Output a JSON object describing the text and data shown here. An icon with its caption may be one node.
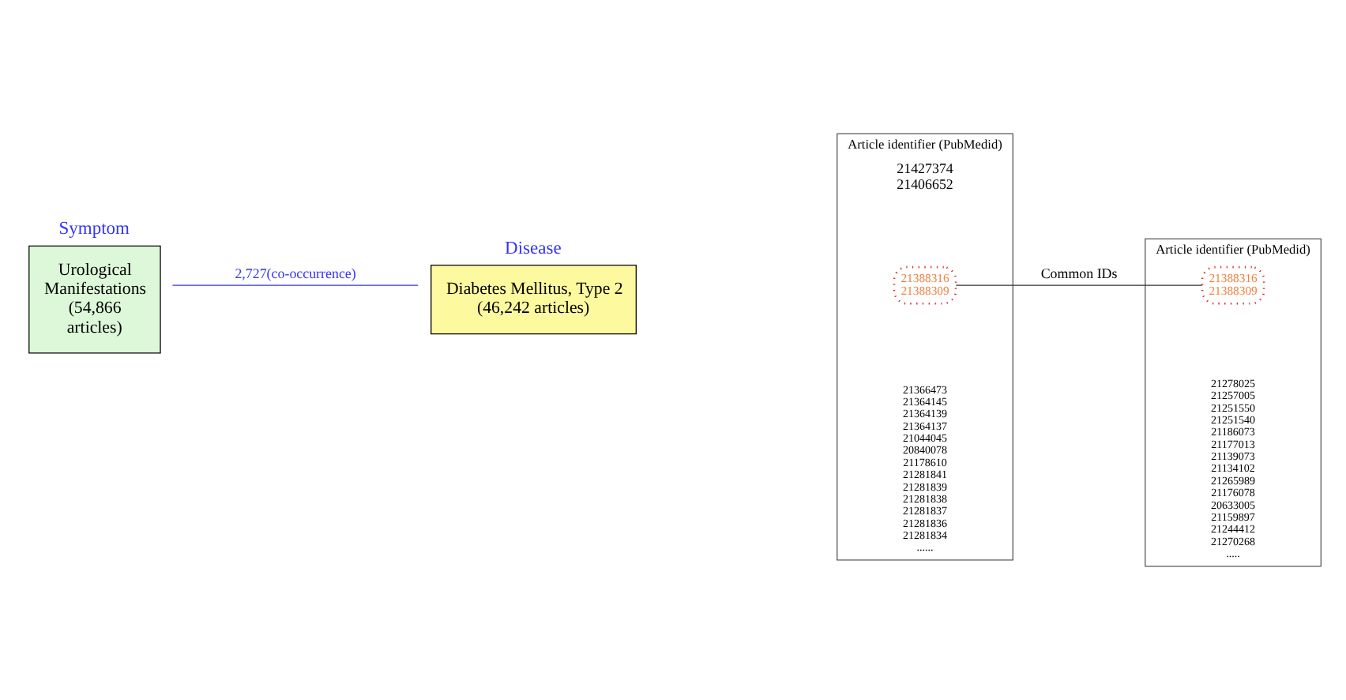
{
  "diagram": {
    "nodes": [
      {
        "text": [
          "Disease",
          "Diabetes Mellitus, Type 2 (46,242 articles)"
        ]
      },
      {
        "text": [
          "Article identifier (PubMedid)",
          "21427374",
          "21406652",
          "21366473",
          "21364145",
          "21364139",
          "21364137",
          "21044045",
          "20840078",
          "21178610",
          "21281841",
          "21281839",
          "21281838",
          "21281837",
          "21281836",
          "21281834",
          "......"
        ]
      },
      {
        "text": [
          "21388316",
          "21388309"
        ],
        "in": 1
      },
      {
        "text": [
          "Article identifier (PubMedid)",
          "21278025",
          "21257005",
          "21251550",
          "21251540",
          "21186073",
          "21177013",
          "21139073",
          "21134102",
          "21265989",
          "21176078",
          "20633005",
          "21159897",
          "21244412",
          "21270268",
          "....."
        ]
      },
      {
        "text": [
          "21388316",
          "21388309"
        ],
        "in": 3
      },
      {
        "text": [
          "Symptom",
          "Urological Manifestations (54,866 articles)"
        ]
      }
    ],
    "edges": [
      {
        "from": 2,
        "to": 4,
        "arrow": "none",
        "label": "Common IDs"
      },
      {
        "from": 0,
        "to": 5,
        "arrow": "none",
        "label": "2,727(co-occurrence)",
        "color": "#3333ff"
      }
    ]
  }
}
